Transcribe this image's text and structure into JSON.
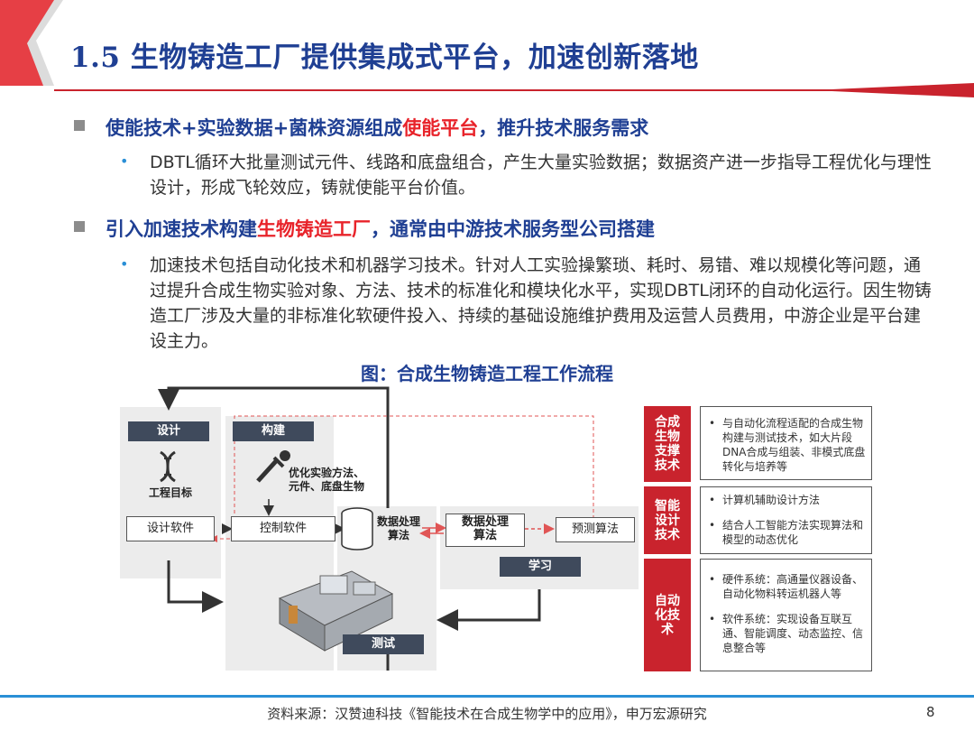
{
  "slide_title": "1.5 生物铸造工厂提供集成式平台，加速创新落地",
  "sections": [
    {
      "heading_pre": "使能技术+实验数据+菌株资源组成",
      "heading_hl": "使能平台",
      "heading_post": "，推升技术服务需求",
      "bullet_text": "DBTL循环大批量测试元件、线路和底盘组合，产生大量实验数据；数据资产进一步指导工程优化与理性设计，形成飞轮效应，铸就使能平台价值。"
    },
    {
      "heading_pre": "引入加速技术构建",
      "heading_hl": "生物铸造工厂",
      "heading_post": "，通常由中游技术服务型公司搭建",
      "bullet_text": "加速技术包括自动化技术和机器学习技术。针对人工实验操繁琐、耗时、易错、难以规模化等问题，通过提升合成生物实验对象、方法、技术的标准化和模块化水平，实现DBTL闭环的自动化运行。因生物铸造工厂涉及大量的非标准化软硬件投入、持续的基础设施维护费用及运营人员费用，中游企业是平台建设主力。"
    }
  ],
  "figure": {
    "caption": "图：合成生物铸造工程工作流程",
    "design_label": "设计",
    "engineering_goal": "工程目标",
    "design_software": "设计软件",
    "build_label": "构建",
    "build_note_line1": "优化实验方法、",
    "build_note_line2": "元件、底盘生物",
    "control_software": "控制软件",
    "data_proc_left_line1": "数据处理",
    "data_proc_left_line2": "算法",
    "data_proc_right_line1": "数据处理",
    "data_proc_right_line2": "算法",
    "predict_algo": "预测算法",
    "learn_label": "学习",
    "test_label": "测试",
    "right_panel": [
      {
        "category": "合成生物支撑技术",
        "items": [
          "与自动化流程适配的合成生物构建与测试技术，如大片段DNA合成与组装、非模式底盘转化与培养等"
        ]
      },
      {
        "category": "智能设计技术",
        "items": [
          "计算机辅助设计方法",
          "结合人工智能方法实现算法和模型的动态优化"
        ]
      },
      {
        "category": "自动化技术",
        "items": [
          "硬件系统：高通量仪器设备、自动化物料转运机器人等",
          "软件系统：实现设备互联互通、智能调度、动态监控、信息整合等"
        ]
      }
    ]
  },
  "footer_source": "资料来源：汉赞迪科技《智能技术在合成生物学中的应用》，申万宏源研究",
  "page_number": "8",
  "colors": {
    "title_blue": "#1f3f93",
    "accent_red": "#e8232a",
    "footer_blue": "#2a8fd6",
    "dark_box": "#3f4a5c",
    "category_red": "#c9232d"
  }
}
